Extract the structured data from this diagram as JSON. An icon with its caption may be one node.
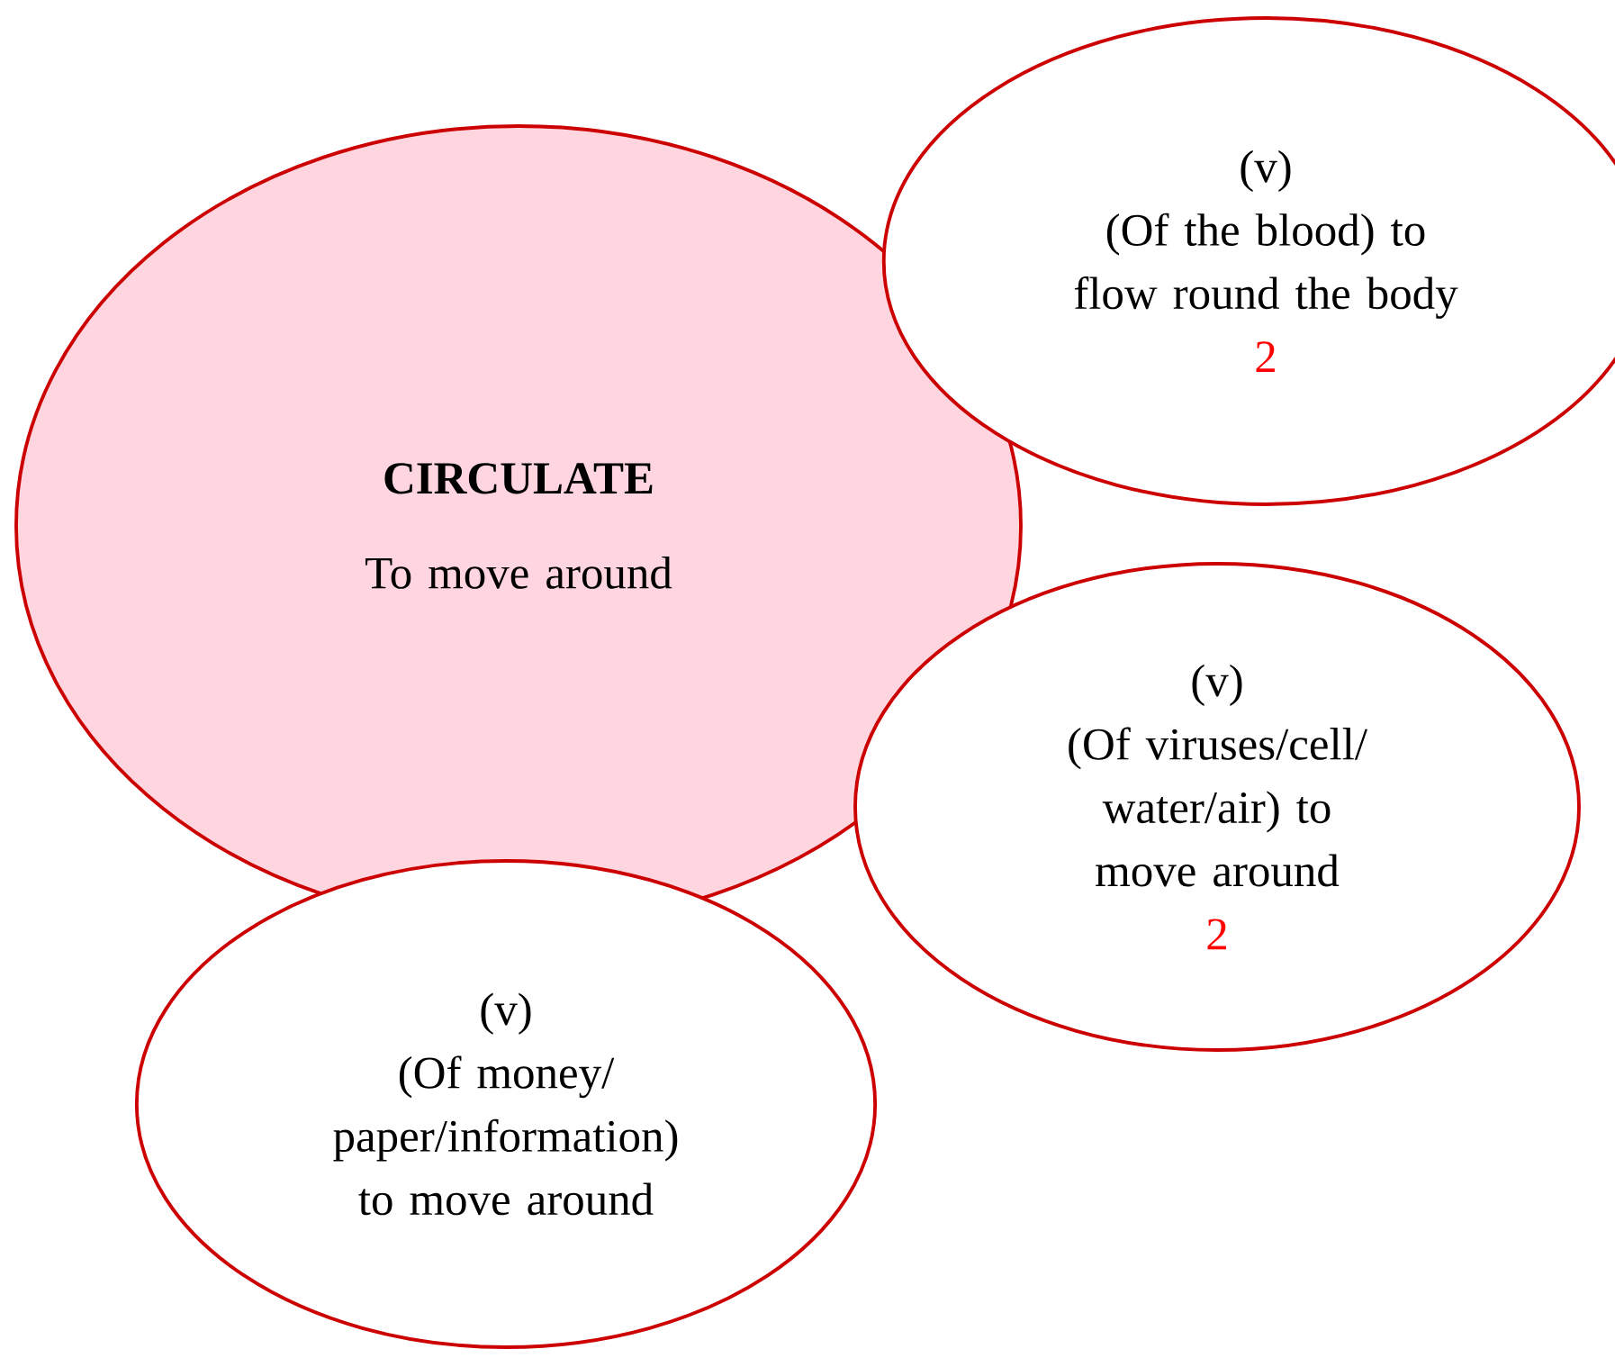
{
  "diagram": {
    "nodes": [
      {
        "text": [
          "CIRCULATE",
          "To move around"
        ]
      },
      {
        "text": [
          "(v)",
          "(Of the blood) to flow round the body",
          "2"
        ]
      },
      {
        "text": [
          "(v)",
          "(Of viruses/cell/ water/air) to move around",
          "2"
        ]
      },
      {
        "text": [
          "(v)",
          "(Of money/ paper/information) to move around"
        ]
      }
    ]
  }
}
